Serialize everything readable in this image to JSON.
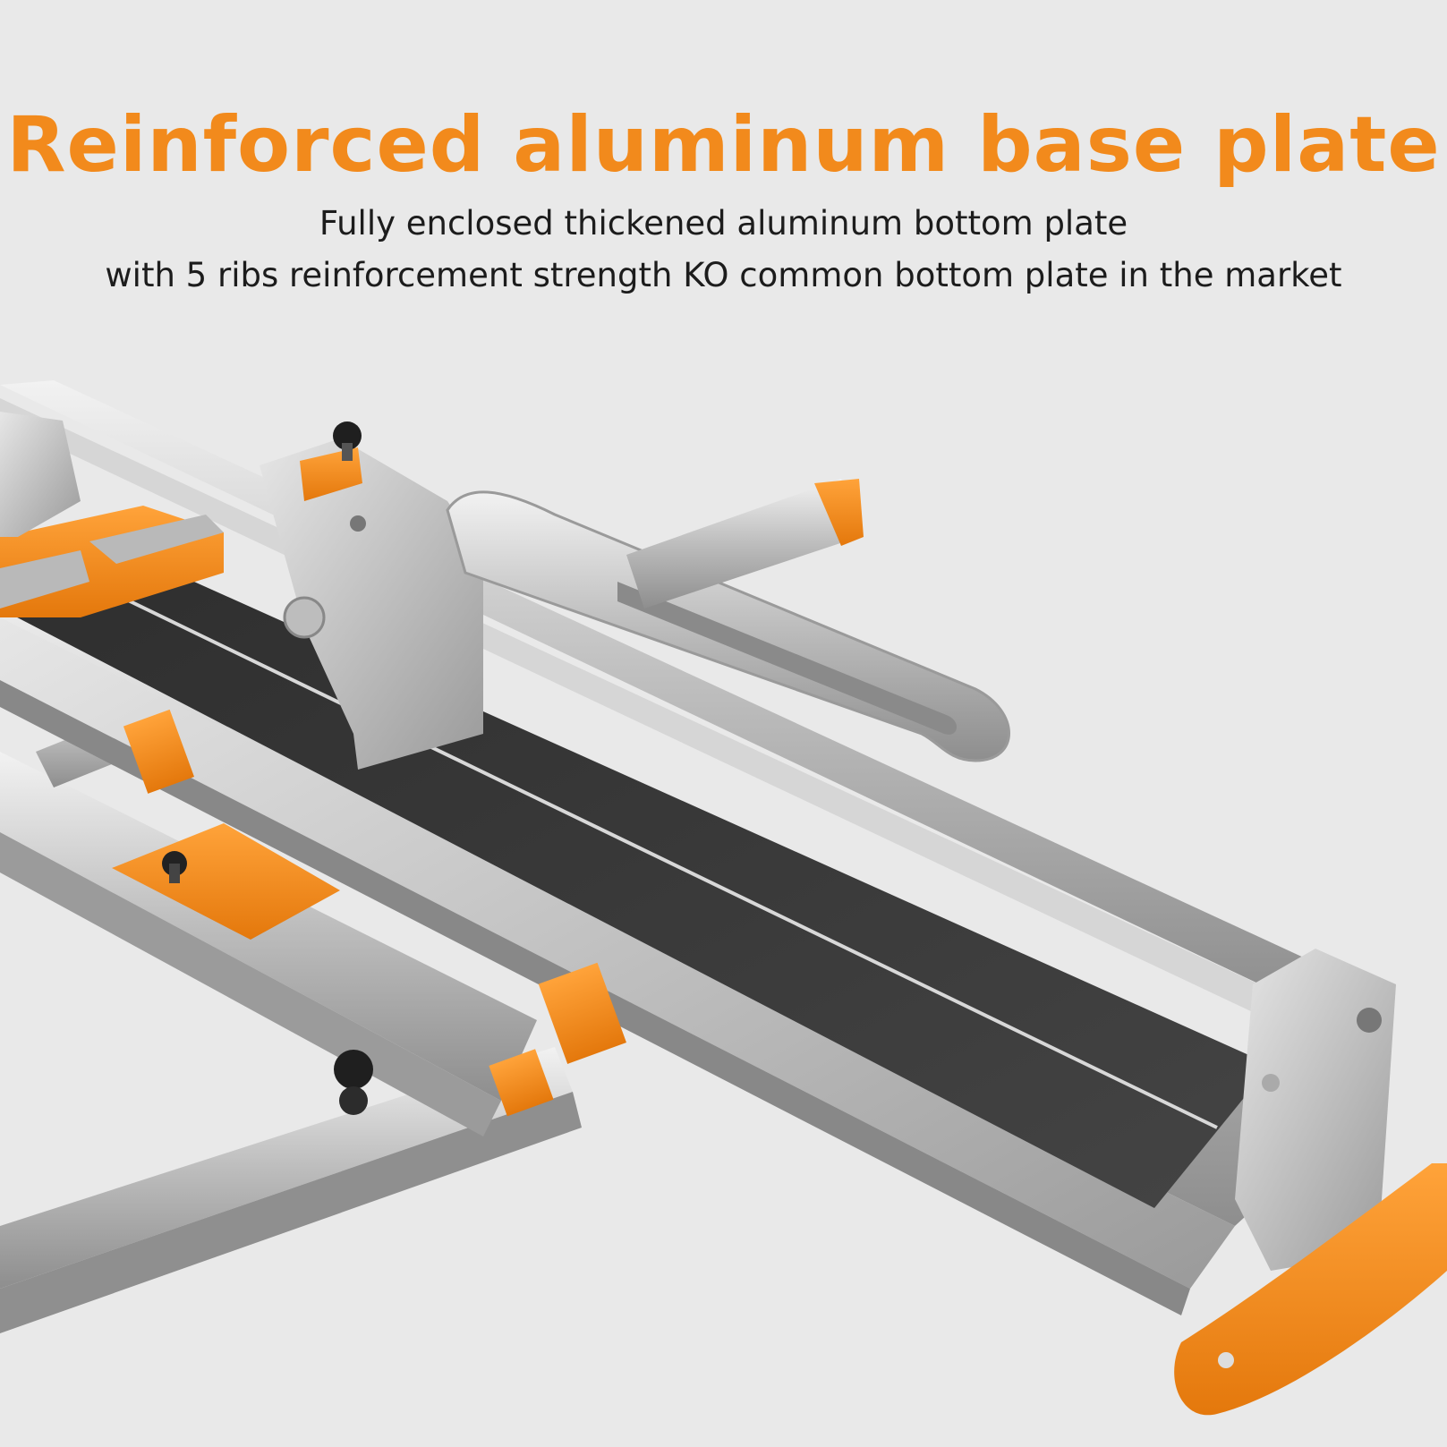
{
  "heading": {
    "title": "Reinforced aluminum base plate",
    "line1": "Fully enclosed thickened aluminum bottom plate",
    "line2": "with 5 ribs reinforcement strength KO common bottom plate in the market"
  },
  "colors": {
    "accent": "#f28a1c",
    "background": "#e9e9e9",
    "plate": "#3a3a3a",
    "aluminum": "#c9c9c9"
  }
}
